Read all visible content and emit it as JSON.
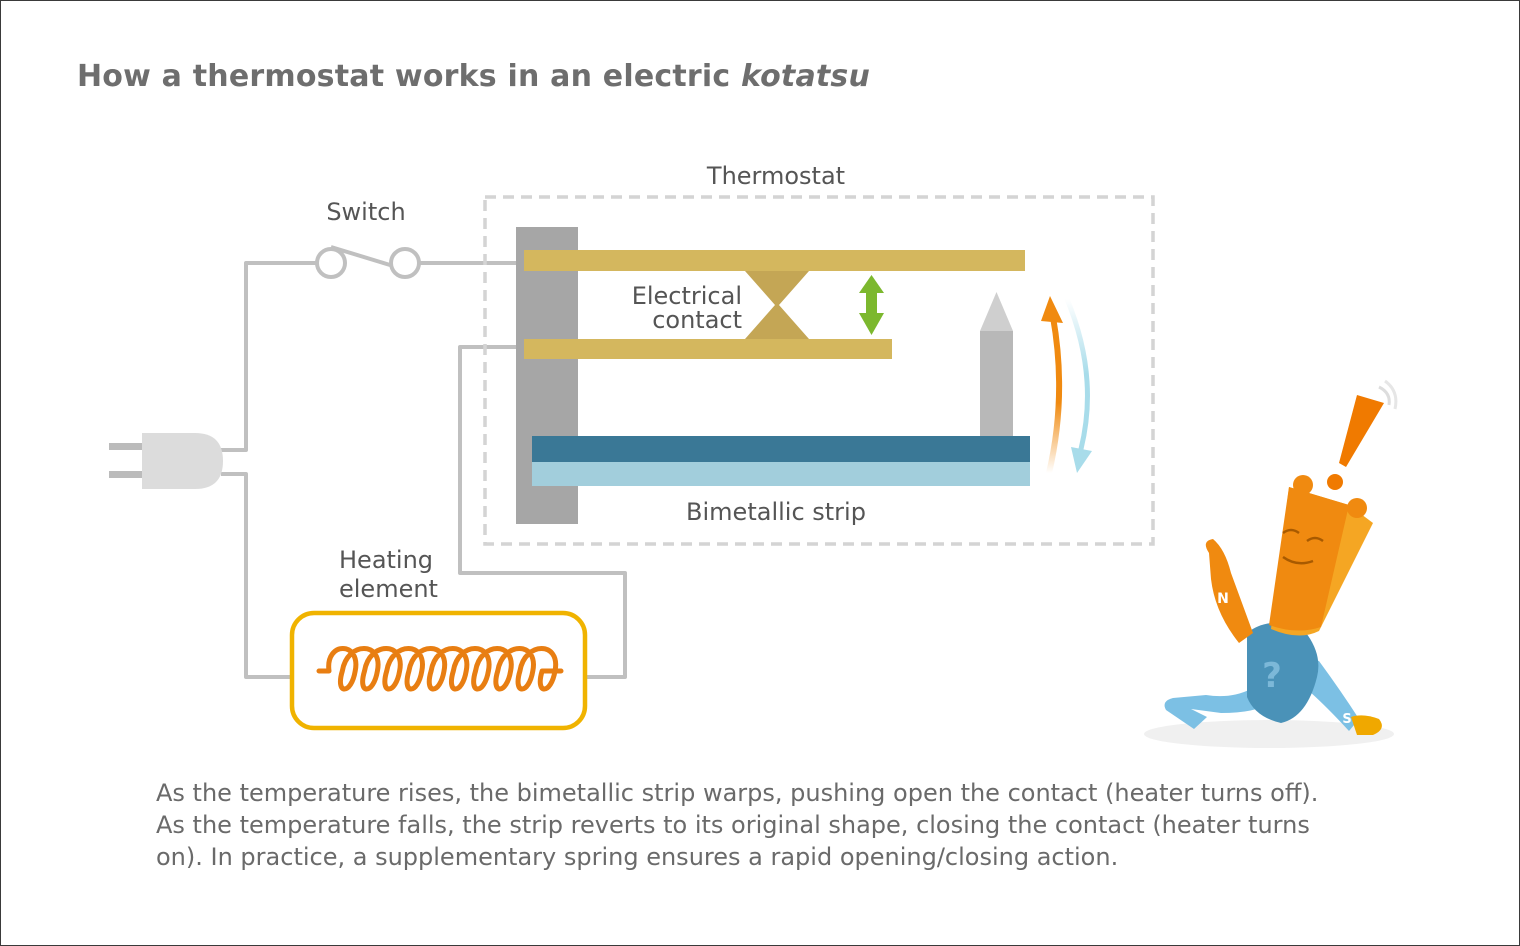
{
  "title": {
    "main": "How a thermostat works in an electric ",
    "italic": "kotatsu"
  },
  "labels": {
    "switch": "Switch",
    "thermostat": "Thermostat",
    "contact_line1": "Electrical",
    "contact_line2": "contact",
    "bimetal": "Bimetallic strip",
    "heating_line1": "Heating",
    "heating_line2": "element"
  },
  "caption": {
    "line1": "As the temperature rises, the bimetallic strip warps, pushing open the contact (heater turns off).",
    "line2": "As the temperature falls, the strip reverts to its original shape, closing the contact (heater turns",
    "line3": "on). In practice, a supplementary spring ensures a rapid opening/closing action."
  },
  "mascot": {
    "shirt_mark": "?",
    "arm_mark": "N",
    "leg_mark": "S"
  },
  "colors": {
    "wire": "#c0c0c0",
    "contact_bar": "#d4b75e",
    "bimetal_top": "#3a7896",
    "bimetal_bottom": "#a2cedc",
    "coil": "#e87e12",
    "heater_frame": "#f0b300",
    "green_arrow": "#7cb82e",
    "orange_arrow": "#f08a10",
    "blue_arrow": "#a8dcea"
  }
}
